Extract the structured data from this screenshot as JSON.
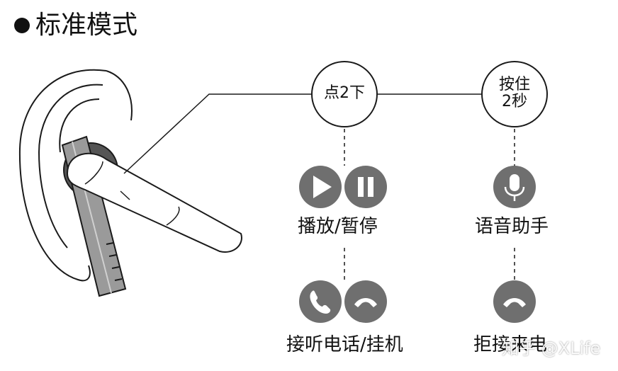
{
  "title": "标准模式",
  "click_label": "点2下",
  "hold_label_line1": "按住",
  "hold_label_line2": "2秒",
  "captions": {
    "play_pause": "播放/暂停",
    "voice_assistant": "语音助手",
    "answer_hangup": "接听电话/挂机",
    "reject_call": "拒接来电"
  },
  "watermark": "知乎 @XLife",
  "colors": {
    "icon": "#6f6f6f",
    "stroke": "#1a1a1a",
    "earbud": "#8a8a8a"
  },
  "icons": [
    "play-icon",
    "pause-icon",
    "microphone-icon",
    "phone-answer-icon",
    "phone-hangup-icon"
  ]
}
